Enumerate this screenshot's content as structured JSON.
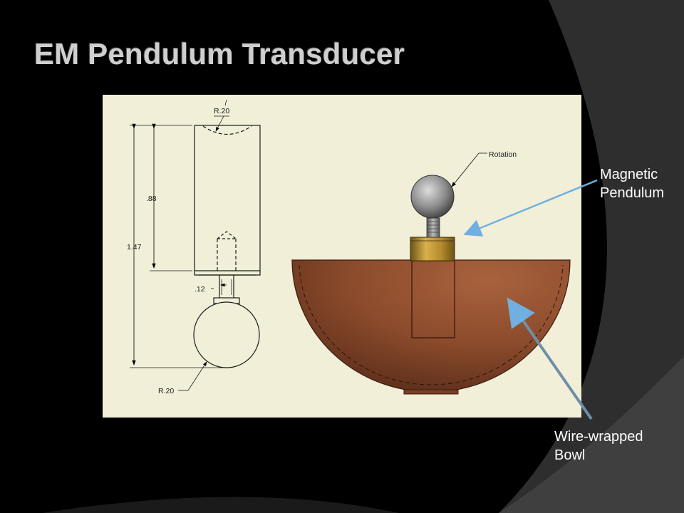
{
  "slide": {
    "title": "EM Pendulum Transducer"
  },
  "drawing": {
    "dimensions": {
      "top_radius": "R.20",
      "cylinder_height": ".88",
      "total_height": "1.47",
      "neck": ".12",
      "ball_radius": "R.20"
    },
    "rotation_label": "Rotation"
  },
  "callouts": {
    "magnetic": {
      "line1": "Magnetic",
      "line2": "Pendulum"
    },
    "wire": {
      "line1": "Wire-wrapped",
      "line2": "Bowl"
    }
  },
  "colors": {
    "panel": "#f1efd8",
    "bowl": "#8c4c2e",
    "collar": "#b7922e",
    "arrow": "#6fb0e0"
  }
}
